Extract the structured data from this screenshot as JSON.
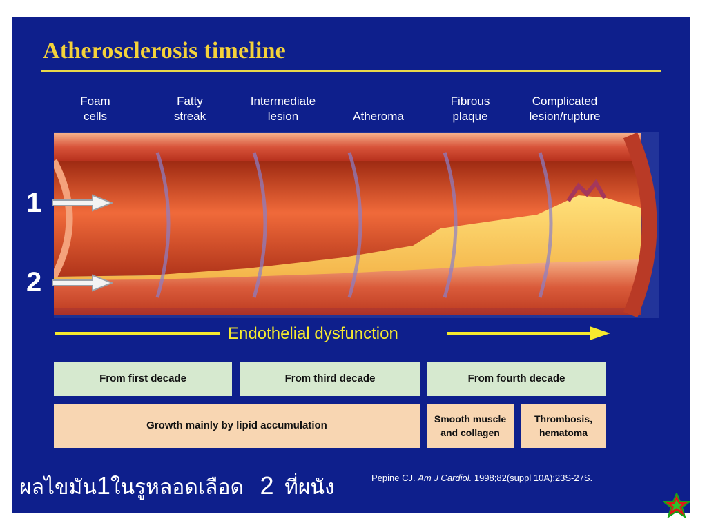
{
  "slide": {
    "title": "Atherosclerosis timeline",
    "stages": [
      "Foam\ncells",
      "Fatty\nstreak",
      "Intermediate\nlesion",
      "Atheroma",
      "Fibrous\nplaque",
      "Complicated\nlesion/rupture"
    ],
    "markers": [
      "1",
      "2"
    ],
    "endothelial_label": "Endothelial dysfunction",
    "decade_boxes": [
      "From first decade",
      "From third decade",
      "From fourth decade"
    ],
    "growth_boxes": [
      "Growth mainly by lipid accumulation",
      "Smooth muscle\nand collagen",
      "Thrombosis,\nhematoma"
    ],
    "caption": {
      "part1": "ผลไขมัน",
      "num1": "1",
      "part2": "ในรูหลอดเลือด",
      "num2": "2",
      "part3": "ที่ผนัง"
    },
    "citation": {
      "author": "Pepine CJ. ",
      "journal": "Am J Cardiol.",
      "rest": " 1998;82(suppl 10A):23S-27S."
    }
  },
  "colors": {
    "background": "#0e1f8c",
    "title": "#f4d23a",
    "endothelial": "#f6ea2e",
    "decade_box": "#d6e9cf",
    "growth_box": "#f8d6b2"
  },
  "icons": [
    "right-arrow-icon",
    "star-icon"
  ]
}
